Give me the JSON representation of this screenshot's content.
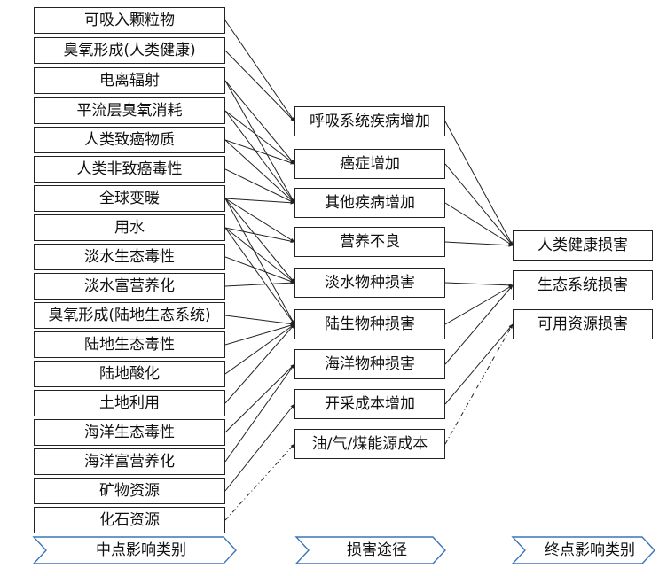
{
  "colors": {
    "line": "#222222",
    "background": "#ffffff",
    "text": "#111111"
  },
  "midpoint_categories": [
    "可吸入颗粒物",
    "臭氧形成(人类健康)",
    "电离辐射",
    "平流层臭氧消耗",
    "人类致癌物质",
    "人类非致癌毒性",
    "全球变暖",
    "用水",
    "淡水生态毒性",
    "淡水富营养化",
    "臭氧形成(陆地生态系统)",
    "陆地生态毒性",
    "陆地酸化",
    "土地利用",
    "海洋生态毒性",
    "海洋富营养化",
    "矿物资源",
    "化石资源"
  ],
  "damage_pathways": [
    "呼吸系统疾病增加",
    "癌症增加",
    "其他疾病增加",
    "营养不良",
    "淡水物种损害",
    "陆生物种损害",
    "海洋物种损害",
    "开采成本增加",
    "油/气/煤能源成本"
  ],
  "endpoint_categories": [
    "人类健康损害",
    "生态系统损害",
    "可用资源损害"
  ],
  "footer": {
    "midpoint_label": "中点影响类别",
    "pathway_label": "损害途径",
    "endpoint_label": "终点影响类别"
  }
}
